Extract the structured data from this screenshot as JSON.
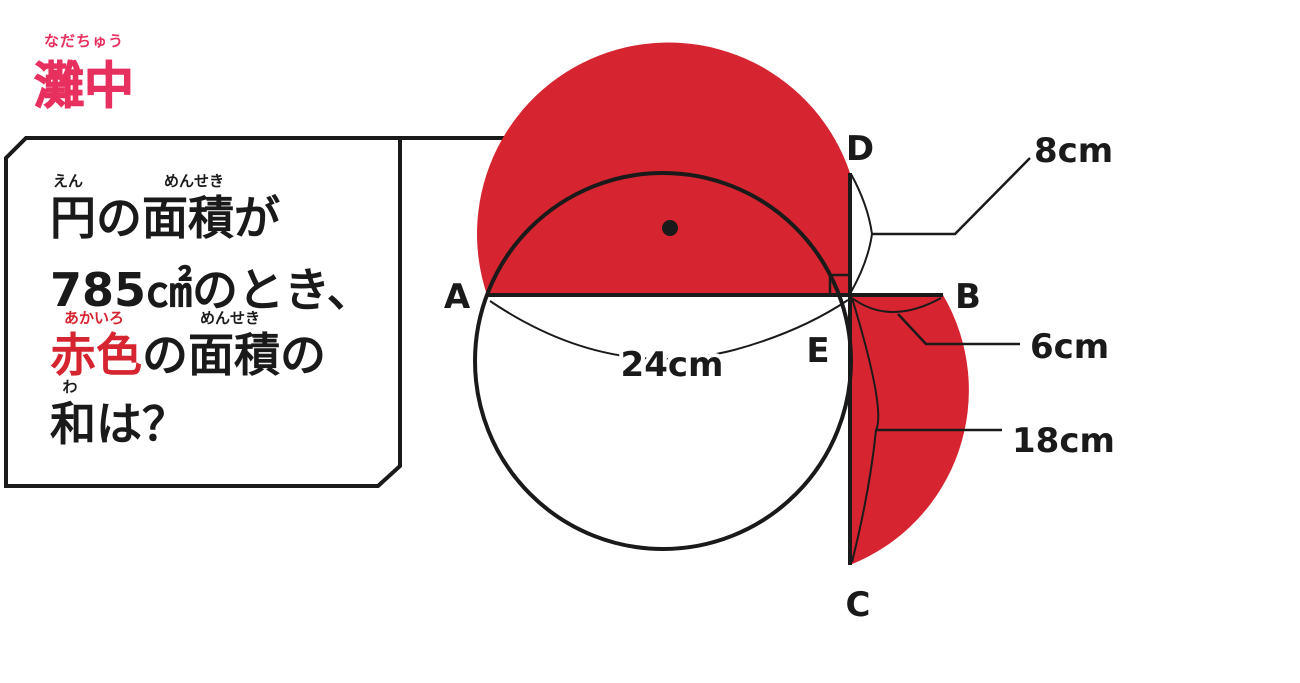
{
  "logo": {
    "ruby": "なだちゅう",
    "name": "灘中",
    "color": "#e8305f"
  },
  "question": {
    "ruby_en": "えん",
    "ruby_menseki_1": "めんせき",
    "ruby_aka": "あかいろ",
    "ruby_menseki_2": "めんせき",
    "ruby_wa": "わ",
    "line1_a": "円",
    "line1_b": "の",
    "line1_c": "面積",
    "line1_d": "が",
    "line2": "785㎠のとき、",
    "line3_red": "赤色",
    "line3_rest": "の面積の",
    "line4_a": "和",
    "line4_b": "は？",
    "highlight_color": "#d62530"
  },
  "figure": {
    "points": {
      "A": "A",
      "B": "B",
      "C": "C",
      "D": "D",
      "E": "E"
    },
    "measurements": {
      "ae": "24cm",
      "de": "8cm",
      "eb": "6cm",
      "ec": "18cm"
    },
    "fill_color": "#d62530",
    "stroke_color": "#1a1a1a"
  }
}
